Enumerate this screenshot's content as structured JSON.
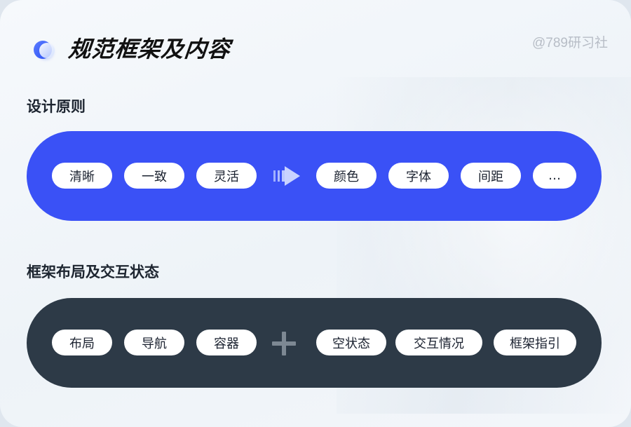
{
  "header": {
    "title": "规范框架及内容",
    "watermark": "@789研习社"
  },
  "sections": [
    {
      "label": "设计原则",
      "band_color": "#3a51f6",
      "left_items": [
        "清晰",
        "一致",
        "灵活"
      ],
      "connector_icon": "arrow-right-icon",
      "right_items": [
        "颜色",
        "字体",
        "间距",
        "…"
      ]
    },
    {
      "label": "框架布局及交互状态",
      "band_color": "#2d3a47",
      "left_items": [
        "布局",
        "导航",
        "容器"
      ],
      "connector_icon": "plus-icon",
      "right_items": [
        "空状态",
        "交互情况",
        "框架指引"
      ]
    }
  ],
  "colors": {
    "accent_blue": "#3a51f6",
    "dark_band": "#2d3a47",
    "pill_bg": "#ffffff"
  }
}
